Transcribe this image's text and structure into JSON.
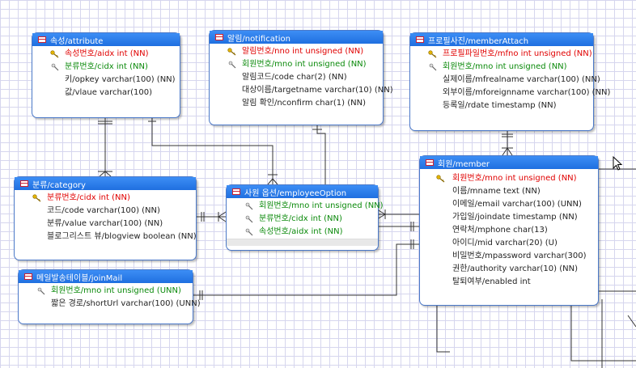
{
  "entities": {
    "attribute": {
      "title": "속성/attribute",
      "rows": [
        "속성번호/aidx int (NN)",
        "분류번호/cidx int (NN)",
        "키/opkey varchar(100) (NN)",
        "값/vlaue varchar(100)"
      ]
    },
    "notification": {
      "title": "알림/notification",
      "rows": [
        "알림번호/nno int unsigned (NN)",
        "회원번호/mno int unsigned (NN)",
        "알림코드/code char(2) (NN)",
        "대상이름/targetname varchar(10) (NN)",
        "알림 확인/nconfirm char(1) (NN)"
      ]
    },
    "memberAttach": {
      "title": "프로필사진/memberAttach",
      "rows": [
        "프로필파일번호/mfno int unsigned (NN)",
        "회원번호/mno int unsigned (NN)",
        "실제이름/mfrealname varchar(100) (NN)",
        "외부이름/mforeignname varchar(100) (NN)",
        "등록일/rdate timestamp (NN)"
      ]
    },
    "category": {
      "title": "분류/category",
      "rows": [
        "분류번호/cidx int (NN)",
        "코드/code varchar(100) (NN)",
        "분류/value varchar(100) (NN)",
        "블로그리스트 뷰/blogview boolean (NN)"
      ]
    },
    "employeeOption": {
      "title": "사원 옵션/employeeOption",
      "rows": [
        "회원번호/mno int unsigned (NN)",
        "분류번호/cidx int (NN)",
        "속성번호/aidx int (NN)"
      ]
    },
    "member": {
      "title": "회원/member",
      "rows": [
        "회원번호/mno int unsigned (NN)",
        "이름/mname text (NN)",
        "이메일/email varchar(100) (UNN)",
        "가입일/joindate timestamp (NN)",
        "연락처/mphone char(13)",
        "아이디/mid varchar(20) (U)",
        "비밀번호/mpassword varchar(300)",
        "권한/authority  varchar(10) (NN)",
        "탈퇴여부/enabled  int"
      ]
    },
    "joinMail": {
      "title": "메일발송테이블/joinMail",
      "rows": [
        "회원번호/mno int unsigned (UNN)",
        "짧은 경로/shortUrl varchar(100) (UNN)"
      ]
    }
  },
  "colors": {
    "primary_key": "#e00000",
    "foreign_key": "#0b8a0b",
    "header": "#2a7de8"
  }
}
